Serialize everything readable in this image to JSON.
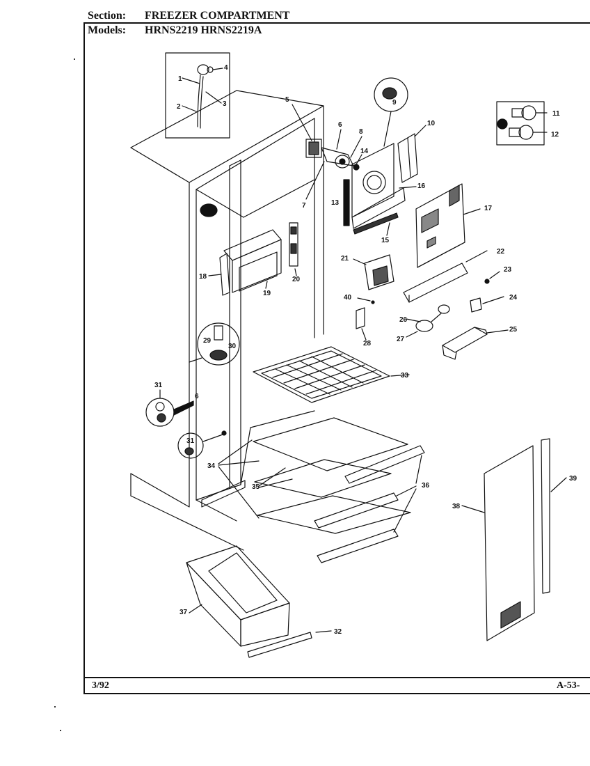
{
  "header": {
    "section_label": "Section:",
    "section_value": "FREEZER COMPARTMENT",
    "models_label": "Models:",
    "models_value": "HRNS2219  HRNS2219A"
  },
  "footer": {
    "date": "3/92",
    "page": "A-53-"
  },
  "callouts": {
    "c1": "1",
    "c2": "2",
    "c3": "3",
    "c4": "4",
    "c5": "5",
    "c6": "6",
    "c7": "7",
    "c8": "8",
    "c9": "9",
    "c10": "10",
    "c11": "11",
    "c12": "12",
    "c13": "13",
    "c14": "14",
    "c15": "15",
    "c16": "16",
    "c17": "17",
    "c18": "18",
    "c19": "19",
    "c20": "20",
    "c21": "21",
    "c22": "22",
    "c23": "23",
    "c24": "24",
    "c25": "25",
    "c26": "26",
    "c27": "27",
    "c28": "28",
    "c29": "29",
    "c30": "30",
    "c31a": "31",
    "c31b": "31",
    "c32": "32",
    "c33": "33",
    "c34": "34",
    "c35": "35",
    "c36": "36",
    "c37": "37",
    "c38": "38",
    "c39": "39",
    "c40": "40",
    "c6b": "6"
  }
}
